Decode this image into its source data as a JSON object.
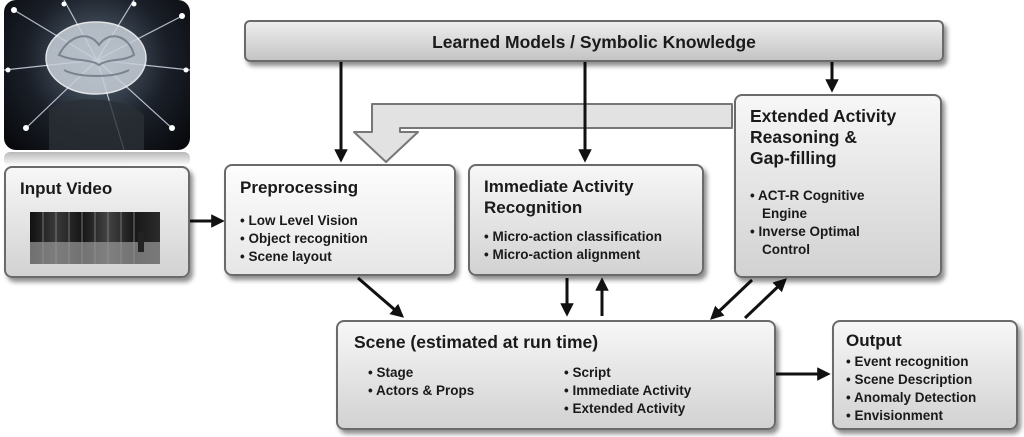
{
  "knowledge_bar": {
    "label": "Learned Models / Symbolic Knowledge"
  },
  "input_video": {
    "title": "Input Video"
  },
  "preprocessing": {
    "title": "Preprocessing",
    "items": [
      "Low Level Vision",
      "Object recognition",
      "Scene layout"
    ]
  },
  "immediate": {
    "title_line1": "Immediate Activity",
    "title_line2": "Recognition",
    "items": [
      "Micro-action classification",
      "Micro-action alignment"
    ]
  },
  "extended": {
    "title_line1": "Extended Activity",
    "title_line2": "Reasoning &",
    "title_line3": "Gap-filling",
    "items": [
      "ACT-R Cognitive",
      "Engine",
      "Inverse Optimal",
      "Control"
    ]
  },
  "scene": {
    "title": "Scene (estimated at run time)",
    "left_items": [
      "Stage",
      "Actors & Props"
    ],
    "right_items": [
      "Script",
      "Immediate Activity",
      "Extended Activity"
    ]
  },
  "output": {
    "title": "Output",
    "items": [
      "Event recognition",
      "Scene Description",
      "Anomaly Detection",
      "Envisionment"
    ]
  }
}
